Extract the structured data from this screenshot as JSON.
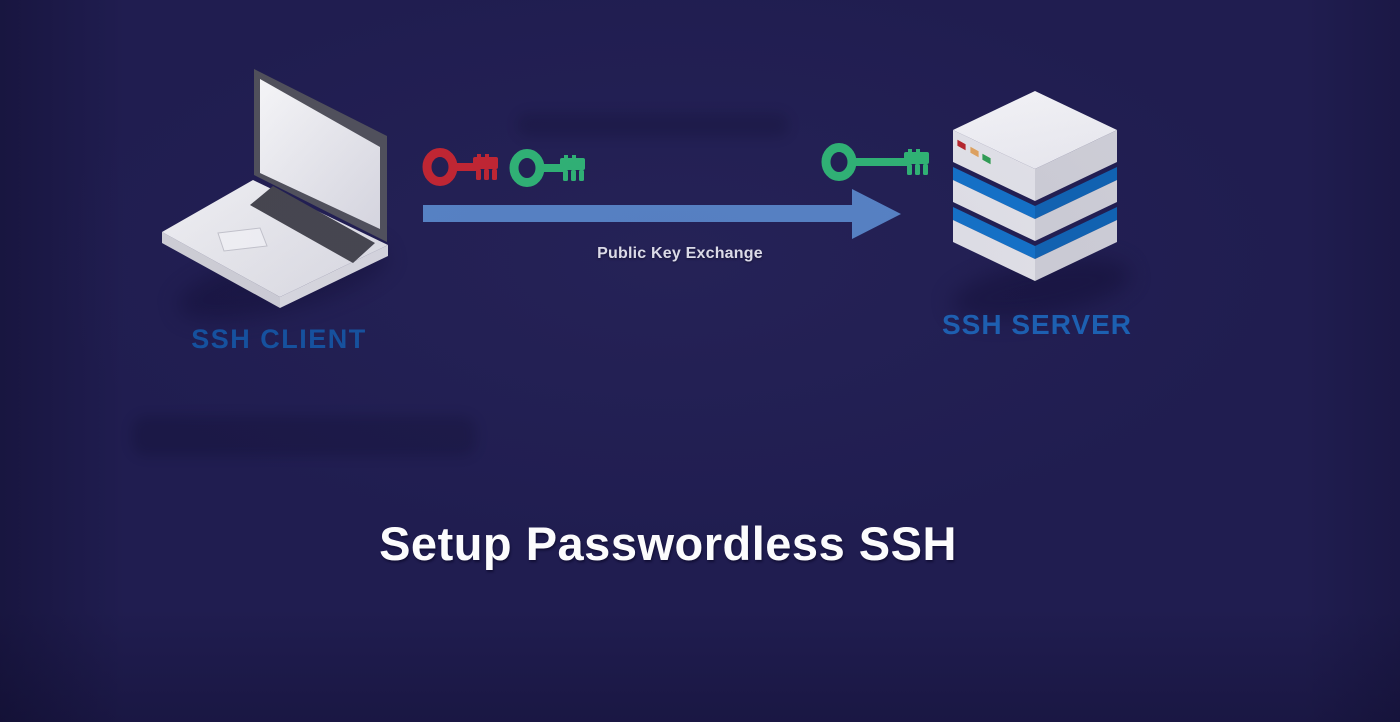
{
  "title": {
    "text": "Setup Passwordless SSH"
  },
  "diagram": {
    "client": {
      "label": "SSH CLIENT",
      "icon": "laptop-icon"
    },
    "server": {
      "label": "SSH SERVER",
      "icon": "server-stack-icon"
    },
    "arrow": {
      "label": "Public Key Exchange",
      "direction": "left-to-right"
    },
    "keys": [
      {
        "id": "client-key-red",
        "color_name": "red"
      },
      {
        "id": "client-key-green",
        "color_name": "green"
      },
      {
        "id": "server-key-green",
        "color_name": "green"
      }
    ]
  },
  "theme": {
    "background": "#201d50",
    "title_text": "#fcfcfd",
    "client_label": "#14519e",
    "server_label": "#1b60b2",
    "exchange_label": "#e9e9f0",
    "arrow": "#5684c6",
    "key_red": "#c5242e",
    "key_green": "#2eb673",
    "server_stripe": "#1272c8",
    "server_stripe_dark": "#0f63b2",
    "led_red": "#b8252b",
    "led_amber": "#e2a45e",
    "led_green": "#2f9e53"
  }
}
